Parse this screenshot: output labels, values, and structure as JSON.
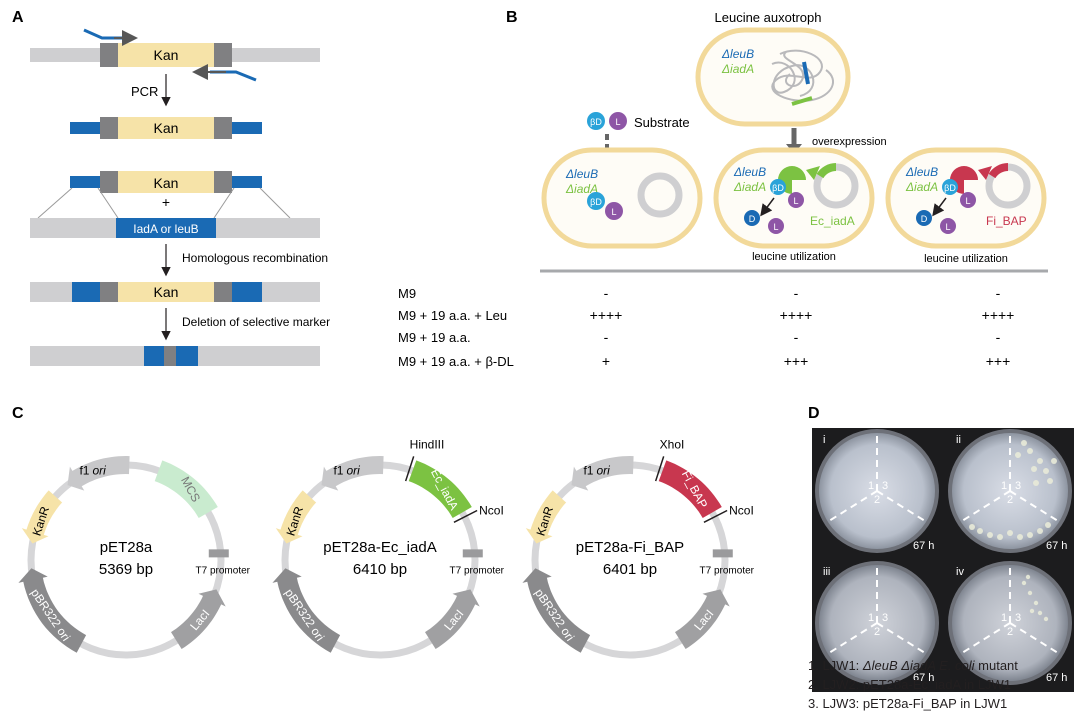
{
  "panels": {
    "a": "A",
    "b": "B",
    "c": "C",
    "d": "D"
  },
  "colors": {
    "kan": "#f6e3a8",
    "flank": "#1a6ab4",
    "backbone": "#cfcfd1",
    "grey_box": "#808082",
    "green": "#7cc242",
    "red": "#c8374f",
    "cell_border": "#f2d99a",
    "cell_fill": "#fefcf6",
    "lavender": "#8e56a6",
    "cyan": "#2aa3d9"
  },
  "a": {
    "kan": "Kan",
    "pcr": "PCR",
    "plus": "+",
    "target": "IadA or leuB",
    "homologous": "Homologous recombination",
    "deletion": "Deletion of selective marker"
  },
  "b": {
    "auxotroph": "Leucine auxotroph",
    "delta_leub": "ΔleuB",
    "delta_iada": "ΔiadA",
    "substrate": "Substrate",
    "overexpression": "overexpression",
    "bd": "βD",
    "l": "L",
    "d": "D",
    "ec_iada": "Ec_iadA",
    "fi_bap": "Fi_BAP",
    "utilization": "leucine utilization",
    "rows": [
      {
        "label": "M9",
        "v": [
          "-",
          "-",
          "-"
        ]
      },
      {
        "label": "M9 + 19 a.a. + Leu",
        "v": [
          "++++",
          "++++",
          "++++"
        ]
      },
      {
        "label": "M9 + 19 a.a.",
        "v": [
          "-",
          "-",
          "-"
        ]
      },
      {
        "label": "M9 + 19 a.a. + β-DL",
        "v": [
          "+",
          "+++",
          "+++"
        ]
      }
    ]
  },
  "c": {
    "kanr": "KanR",
    "f1": "f1",
    "ori": "ori",
    "pbr": "pBR322 ori",
    "laci": "LacI",
    "t7": "T7 promoter",
    "plasmids": [
      {
        "name": "pET28a",
        "size": "5369 bp",
        "insert": "MCS"
      },
      {
        "name": "pET28a-Ec_iadA",
        "size": "6410 bp",
        "insert": "Ec_iadA",
        "site1": "HindIII",
        "site2": "NcoI"
      },
      {
        "name": "pET28a-Fi_BAP",
        "size": "6401 bp",
        "insert": "Fi_BAP",
        "site1": "XhoI",
        "site2": "NcoI"
      }
    ]
  },
  "d": {
    "plates": [
      {
        "roman": "i",
        "time": "67 h"
      },
      {
        "roman": "ii",
        "time": "67 h"
      },
      {
        "roman": "iii",
        "time": "67 h"
      },
      {
        "roman": "iv",
        "time": "67 h"
      }
    ],
    "sectors": [
      "1",
      "2",
      "3"
    ],
    "legend": [
      {
        "prefix": "1. LJW1: ",
        "italic": "ΔleuB ΔiadA E. coli",
        "suffix": " mutant"
      },
      {
        "prefix": "2. LJW2: pET28a-Ec_iadA in LJW1",
        "italic": "",
        "suffix": ""
      },
      {
        "prefix": "3. LJW3: pET28a-Fi_BAP in LJW1",
        "italic": "",
        "suffix": ""
      }
    ]
  }
}
